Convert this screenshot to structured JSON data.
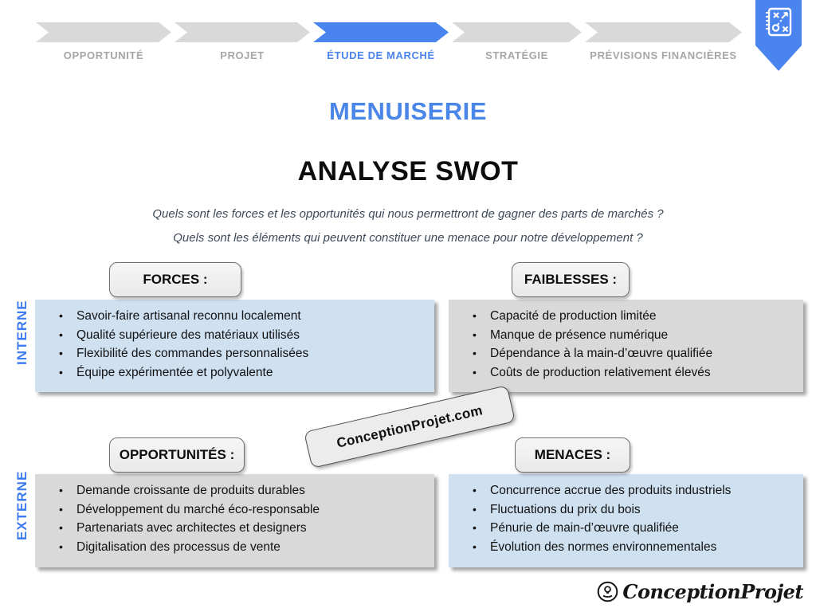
{
  "process_bar": {
    "steps": [
      {
        "label": "OPPORTUNITÉ",
        "active": false
      },
      {
        "label": "PROJET",
        "active": false
      },
      {
        "label": "ÉTUDE DE MARCHÉ",
        "active": true
      },
      {
        "label": "STRATÉGIE",
        "active": false
      },
      {
        "label": "PRÉVISIONS FINANCIÈRES",
        "active": false
      }
    ],
    "badge_icon": "strategy-plan-icon"
  },
  "titles": {
    "sector": "MENUISERIE",
    "main": "ANALYSE SWOT"
  },
  "questions": [
    "Quels sont les forces et les opportunités qui nous permettront de gagner des parts de marchés ?",
    "Quels sont les éléments qui peuvent constituer une menace pour notre développement ?"
  ],
  "axis_labels": {
    "internal": "INTERNE",
    "external": "EXTERNE"
  },
  "quadrants": [
    {
      "id": "forces",
      "label": "FORCES :",
      "tone": "blue",
      "items": [
        "Savoir-faire artisanal reconnu localement",
        "Qualité supérieure des matériaux utilisés",
        "Flexibilité des commandes personnalisées",
        "Équipe expérimentée et polyvalente"
      ]
    },
    {
      "id": "faiblesses",
      "label": "FAIBLESSES :",
      "tone": "gray",
      "items": [
        "Capacité de production limitée",
        "Manque de présence numérique",
        "Dépendance à la main-d’œuvre qualifiée",
        "Coûts de production relativement élevés"
      ]
    },
    {
      "id": "opportunites",
      "label": "OPPORTUNITÉS :",
      "tone": "gray",
      "items": [
        "Demande croissante de produits durables",
        "Développement du marché éco-responsable",
        "Partenariats avec architectes et designers",
        "Digitalisation des processus de vente"
      ]
    },
    {
      "id": "menaces",
      "label": "MENACES :",
      "tone": "blue",
      "items": [
        "Concurrence accrue des produits industriels",
        "Fluctuations du prix du bois",
        "Pénurie de main-d’œuvre qualifiée",
        "Évolution des normes environnementales"
      ]
    }
  ],
  "watermark": "ConceptionProjet.com",
  "footer": {
    "logo_text": "ConceptionProjet"
  },
  "bullet_glyph": "•",
  "colors": {
    "accent_blue": "#4a86e8",
    "arrow_blue": "#4a84ee",
    "panel_blue": "#cfe1f1",
    "panel_gray": "#d9d9d9",
    "inactive_step_gray": "#a6a6a6"
  }
}
